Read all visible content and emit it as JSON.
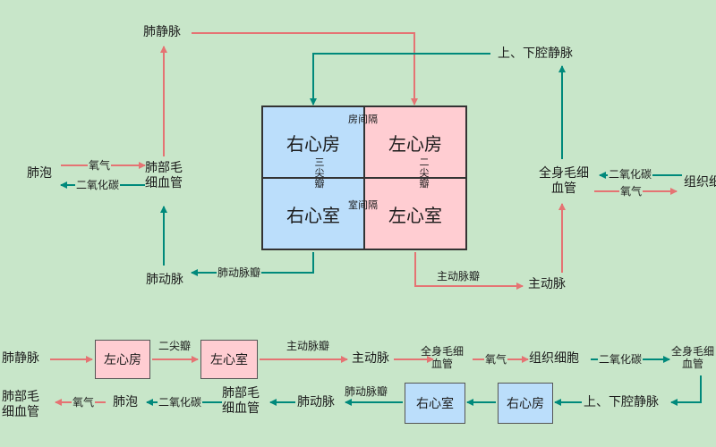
{
  "pulmonary": {
    "vein": "肺静脉",
    "alveoli": "肺泡",
    "capillary": "肺部毛\n细血管",
    "oxygen": "氧气",
    "co2": "二氧化碳",
    "artery": "肺动脉",
    "artery_valve": "肺动脉瓣"
  },
  "heart": {
    "right_atrium": "右心房",
    "left_atrium": "左心房",
    "right_ventricle": "右心室",
    "left_ventricle": "左心室",
    "atrial_septum": "房间隔",
    "ventricular_septum": "室间隔",
    "tricuspid": "三\n尖\n瓣",
    "mitral": "二\n尖\n瓣"
  },
  "systemic": {
    "vena_cava": "上、下腔静脉",
    "capillary": "全身毛细\n血管",
    "co2": "二氧化碳",
    "oxygen": "氧气",
    "tissue": "组织细",
    "aorta": "主动脉",
    "aortic_valve": "主动脉瓣"
  },
  "flow": {
    "row1": {
      "pulm_vein": "肺静脉",
      "left_atrium": "左心房",
      "mitral": "二尖瓣",
      "left_ventricle": "左心室",
      "aortic_valve": "主动脉瓣",
      "aorta": "主动脉",
      "sys_capillary": "全身毛细\n血管",
      "oxygen": "氧气",
      "tissue_cells": "组织细胞",
      "co2": "二氧化碳",
      "sys_capillary_2": "全身毛细\n血管"
    },
    "row2": {
      "pulm_capillary": "肺部毛\n细血管",
      "oxygen": "氧气",
      "alveoli": "肺泡",
      "co2": "二氧化碳",
      "pulm_capillary_2": "肺部毛\n细血管",
      "pulm_artery": "肺动脉",
      "pulm_valve": "肺动脉瓣",
      "right_ventricle": "右心室",
      "right_atrium": "右心房",
      "vena_cava": "上、下腔静脉"
    }
  },
  "colors": {
    "background": "#c8e6c9",
    "oxygenated": "#e57373",
    "deoxygenated": "#00897b",
    "right_heart": "#bbdefb",
    "left_heart": "#ffcdd2"
  }
}
